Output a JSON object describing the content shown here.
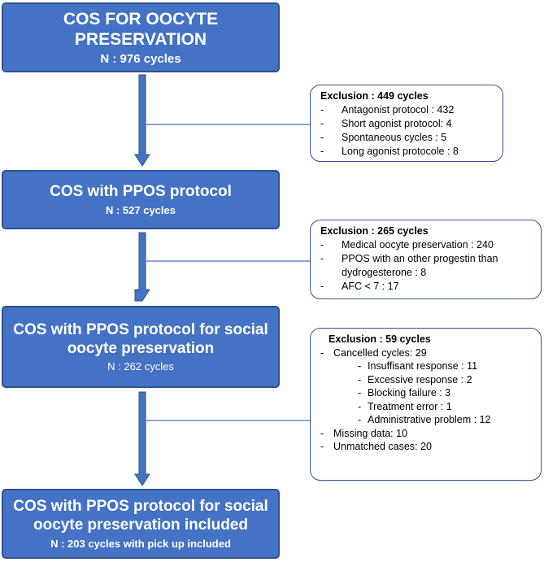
{
  "boxes": [
    {
      "title": "COS FOR OOCYTE PRESERVATION",
      "sub": "N : 976 cycles"
    },
    {
      "title": "COS with PPOS protocol",
      "sub": "N : 527 cycles"
    },
    {
      "title_lines": [
        "COS with PPOS protocol for social",
        "oocyte preservation"
      ],
      "sub": "N : 262 cycles"
    },
    {
      "title_lines": [
        "COS with PPOS protocol for social",
        "oocyte preservation included"
      ],
      "sub": "N : 203 cycles with pick up included"
    }
  ],
  "exclusions": [
    {
      "head": "Exclusion : 449 cycles",
      "items": [
        "Antagonist protocol  : 432",
        "Short agonist protocol:  4",
        "Spontaneous cycles  : 5",
        "Long agonist protocole : 8"
      ]
    },
    {
      "head": "Exclusion : 265 cycles",
      "items": [
        "Medical oocyte preservation : 240",
        "PPOS with an other progestin   than",
        "dydrogesterone  : 8",
        "AFC < 7 : 17"
      ]
    },
    {
      "head": "Exclusion : 59 cycles",
      "cancelled": "Cancelled cycles: 29",
      "sub_items": [
        "Insuffisant response : 11",
        "Excessive response : 2",
        "Blocking failure : 3",
        "Treatment error : 1",
        "Administrative problem : 12"
      ],
      "others": [
        "Missing data: 10",
        "Unmatched cases: 20"
      ]
    }
  ],
  "dash": "-",
  "colors": {
    "box_fill": "#4472c4",
    "box_border": "#2f528f",
    "text_light": "#ffffff"
  }
}
